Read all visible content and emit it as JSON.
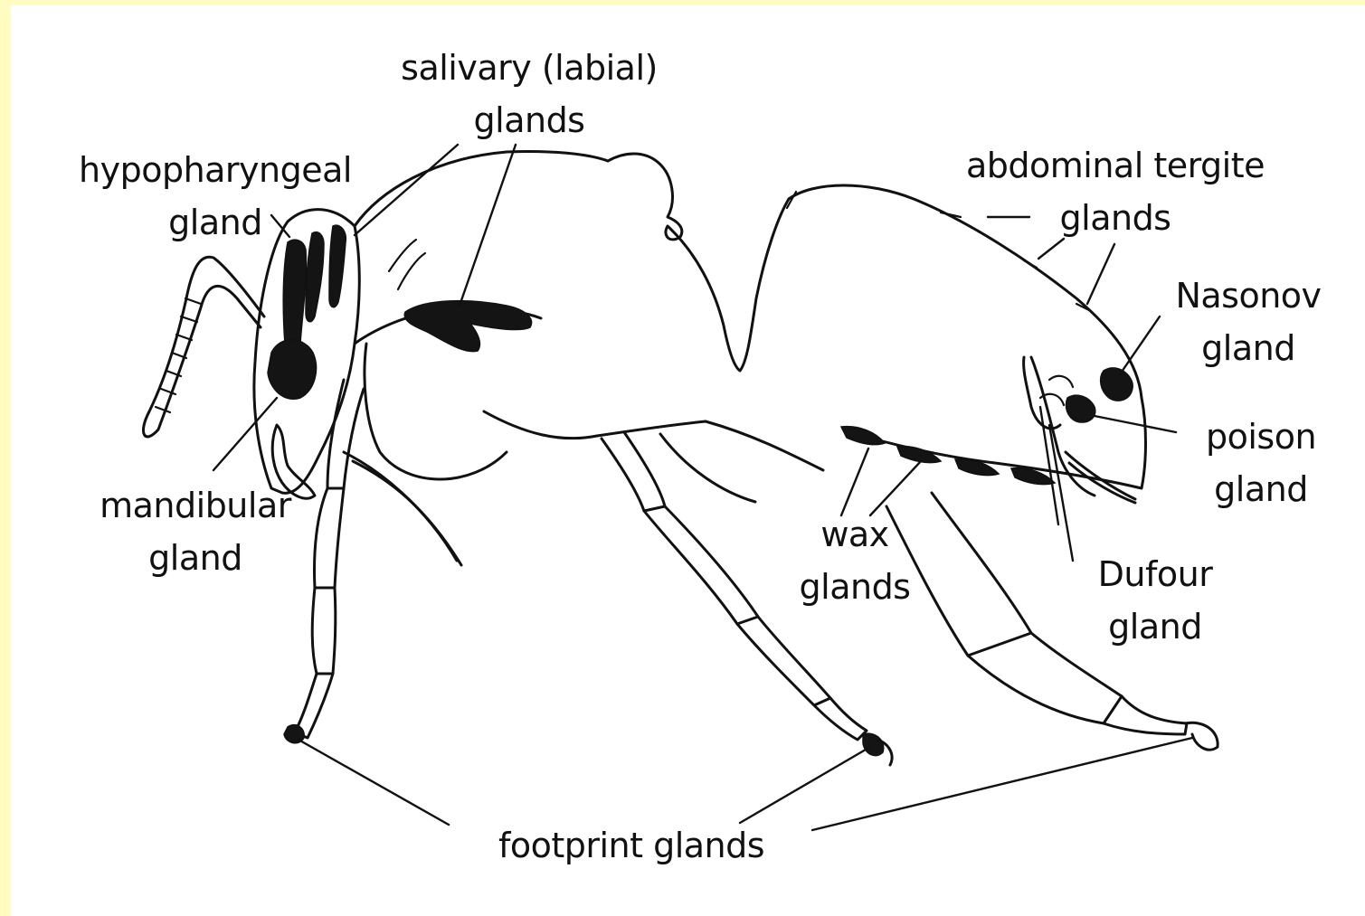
{
  "labels": {
    "salivary": [
      "salivary (labial)",
      "glands"
    ],
    "hypopharyngeal": [
      "hypopharyngeal",
      "gland"
    ],
    "mandibular": [
      "mandibular",
      "gland"
    ],
    "abdominal": [
      "abdominal tergite",
      "glands"
    ],
    "nasonov": [
      "Nasonov",
      "gland"
    ],
    "poison": [
      "poison",
      "gland"
    ],
    "wax": [
      "wax",
      "glands"
    ],
    "dufour": [
      "Dufour",
      "gland"
    ],
    "footprint": "footprint glands"
  }
}
